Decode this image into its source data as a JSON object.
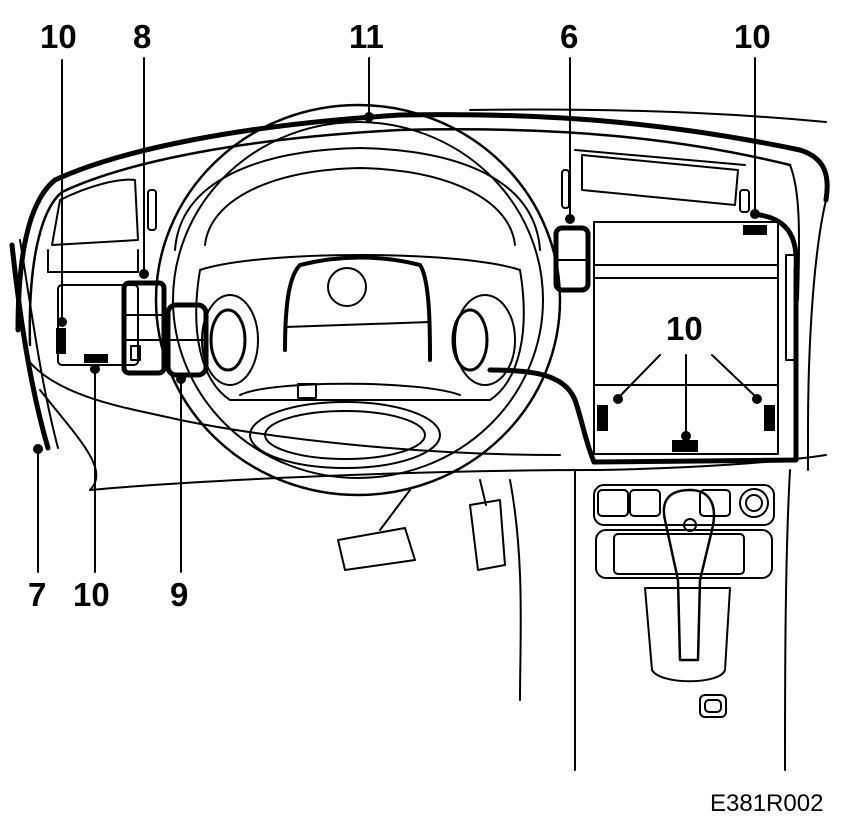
{
  "callouts": [
    {
      "id": "c10-top-left",
      "text": "10"
    },
    {
      "id": "c8",
      "text": "8"
    },
    {
      "id": "c11",
      "text": "11"
    },
    {
      "id": "c6",
      "text": "6"
    },
    {
      "id": "c10-top-right",
      "text": "10"
    },
    {
      "id": "c10-center-right",
      "text": "10"
    },
    {
      "id": "c7",
      "text": "7"
    },
    {
      "id": "c10-bottom-left",
      "text": "10"
    },
    {
      "id": "c9",
      "text": "9"
    }
  ],
  "figure_code": "E381R002"
}
